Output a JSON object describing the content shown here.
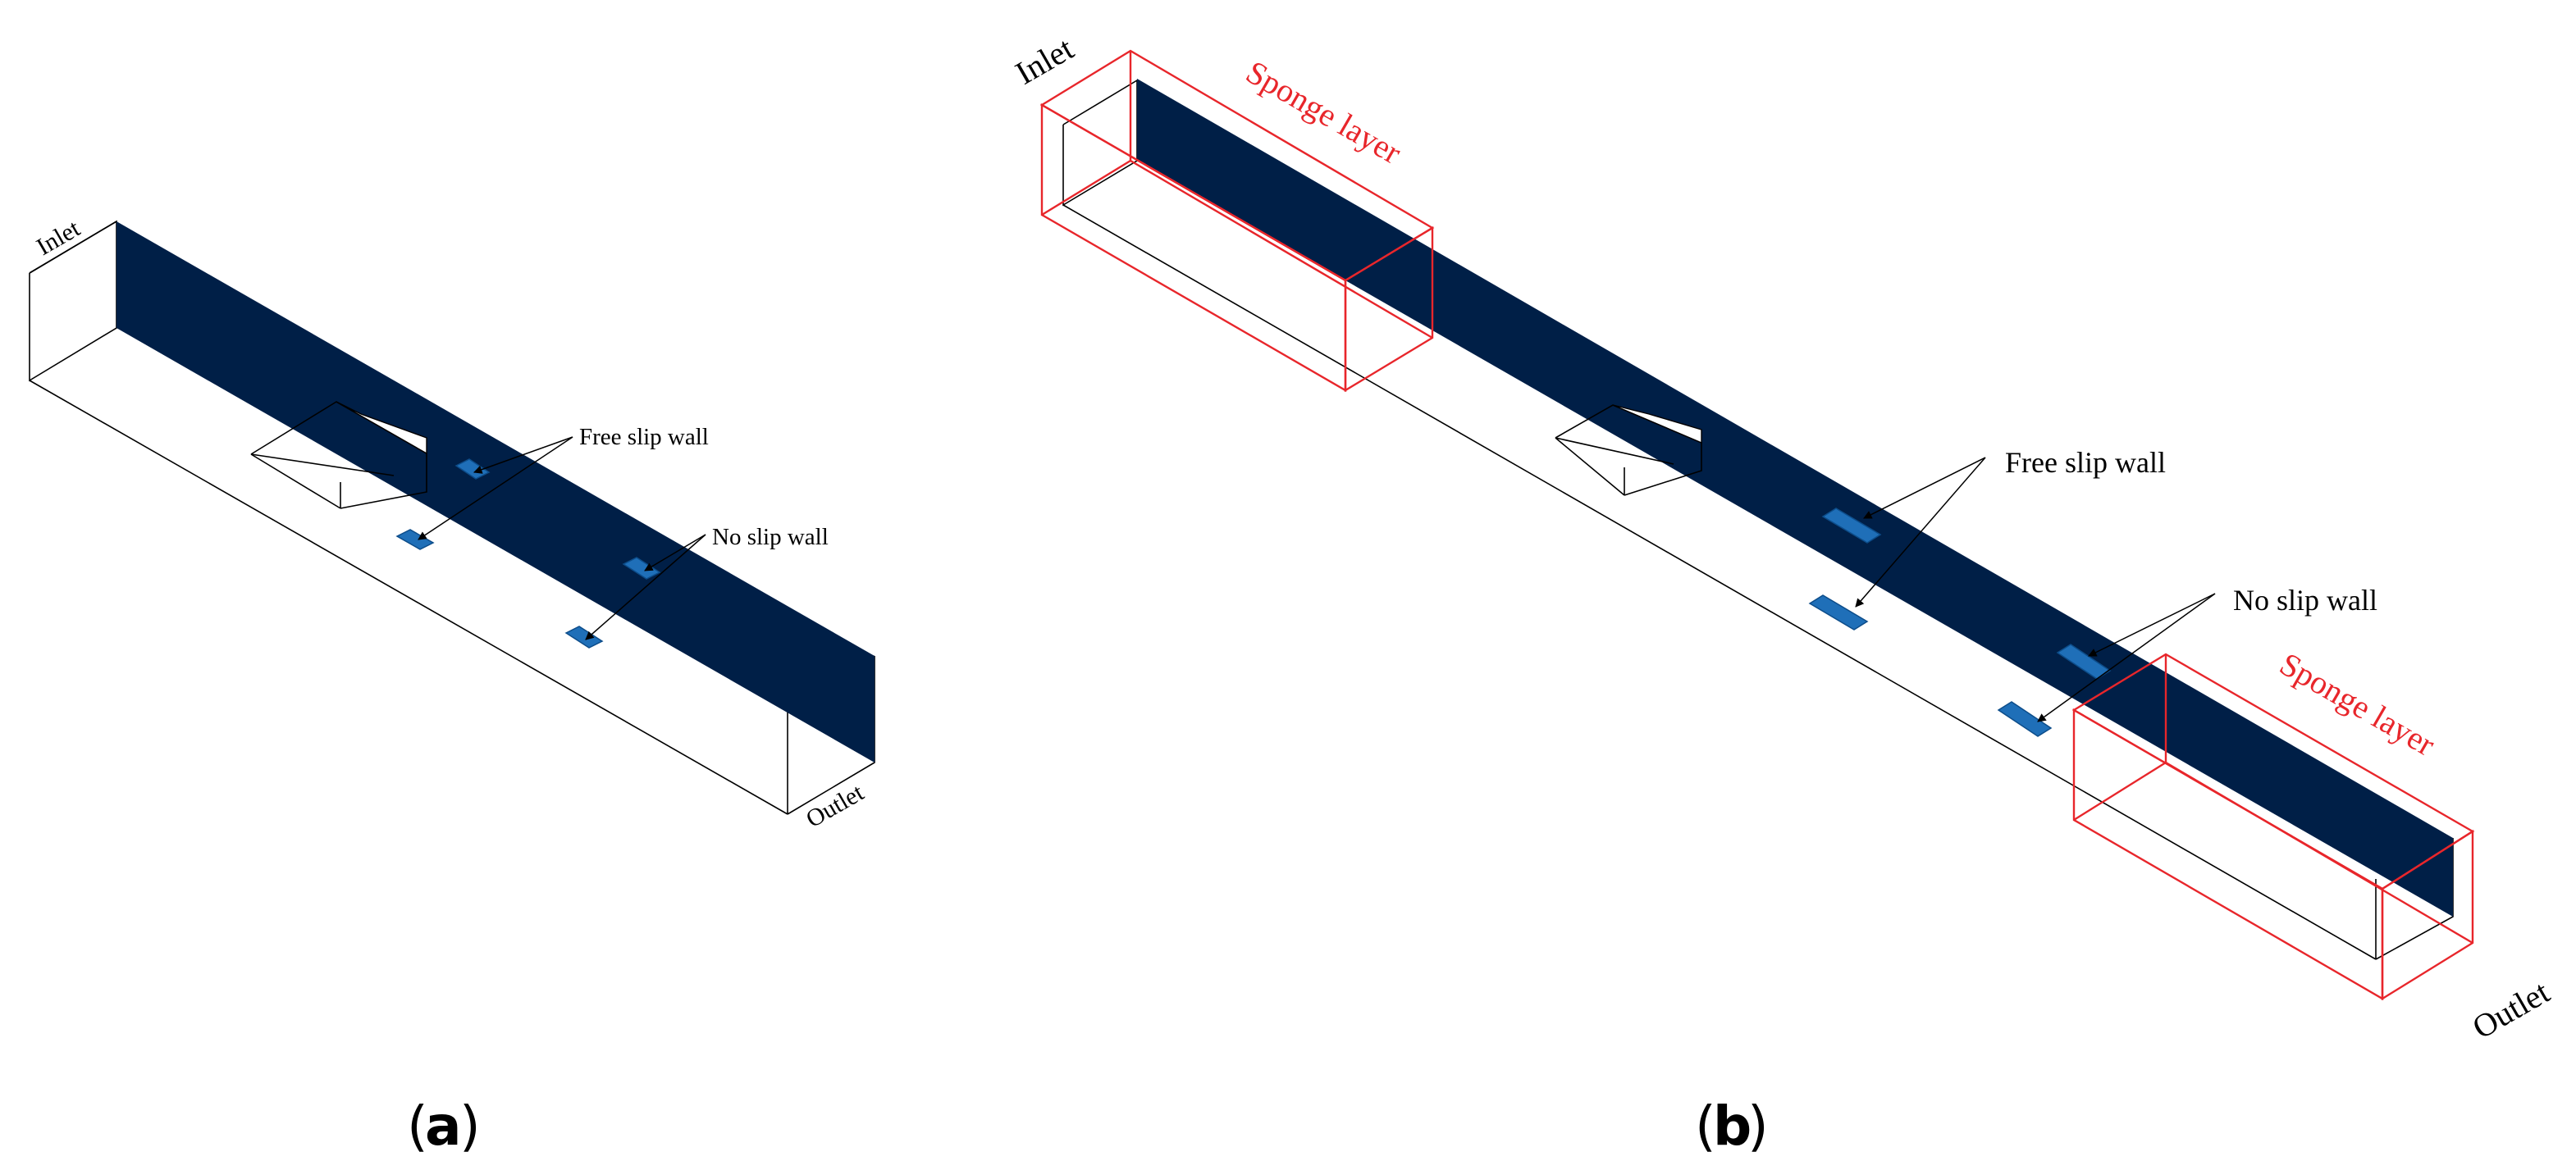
{
  "panel_a": {
    "letter": "a",
    "labels": {
      "inlet": "Inlet",
      "outlet": "Outlet",
      "free_slip_wall": "Free slip wall",
      "no_slip_wall": "No slip wall"
    }
  },
  "panel_b": {
    "letter": "b",
    "labels": {
      "inlet": "Inlet",
      "outlet": "Outlet",
      "free_slip_wall": "Free slip wall",
      "no_slip_wall": "No slip wall",
      "sponge_layer_inlet": "Sponge layer",
      "sponge_layer_outlet": "Sponge layer"
    }
  },
  "colors": {
    "plane": "#001f47",
    "patch": "#1f6fb8",
    "outline": "#000000",
    "sponge": "#e8262b"
  }
}
